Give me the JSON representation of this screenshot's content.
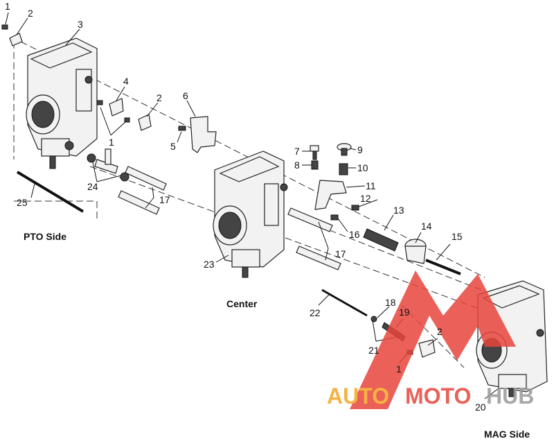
{
  "callouts": [
    {
      "id": "c1a",
      "text": "1"
    },
    {
      "id": "c2a",
      "text": "2"
    },
    {
      "id": "c3",
      "text": "3"
    },
    {
      "id": "c4",
      "text": "4"
    },
    {
      "id": "c2b",
      "text": "2"
    },
    {
      "id": "c1b",
      "text": "1"
    },
    {
      "id": "c6",
      "text": "6"
    },
    {
      "id": "c5",
      "text": "5"
    },
    {
      "id": "c7",
      "text": "7"
    },
    {
      "id": "c8",
      "text": "8"
    },
    {
      "id": "c9",
      "text": "9"
    },
    {
      "id": "c10",
      "text": "10"
    },
    {
      "id": "c11",
      "text": "11"
    },
    {
      "id": "c12",
      "text": "12"
    },
    {
      "id": "c13",
      "text": "13"
    },
    {
      "id": "c14",
      "text": "14"
    },
    {
      "id": "c15",
      "text": "15"
    },
    {
      "id": "c16",
      "text": "16"
    },
    {
      "id": "c17a",
      "text": "17"
    },
    {
      "id": "c17b",
      "text": "17"
    },
    {
      "id": "c18",
      "text": "18"
    },
    {
      "id": "c19",
      "text": "19"
    },
    {
      "id": "c20",
      "text": "20"
    },
    {
      "id": "c21",
      "text": "21"
    },
    {
      "id": "c2c",
      "text": "2"
    },
    {
      "id": "c1c",
      "text": "1"
    },
    {
      "id": "c22",
      "text": "22"
    },
    {
      "id": "c23",
      "text": "23"
    },
    {
      "id": "c24",
      "text": "24"
    },
    {
      "id": "c25",
      "text": "25"
    }
  ],
  "labels": {
    "pto": "PTO Side",
    "center": "Center",
    "mag": "MAG Side"
  },
  "watermark": {
    "part1": "AUTO",
    "part2": "MOTO",
    "part3": "HUB",
    "colors": {
      "red": "#e8453c",
      "orange": "#f5a623",
      "gray": "#9a9a9a"
    }
  }
}
